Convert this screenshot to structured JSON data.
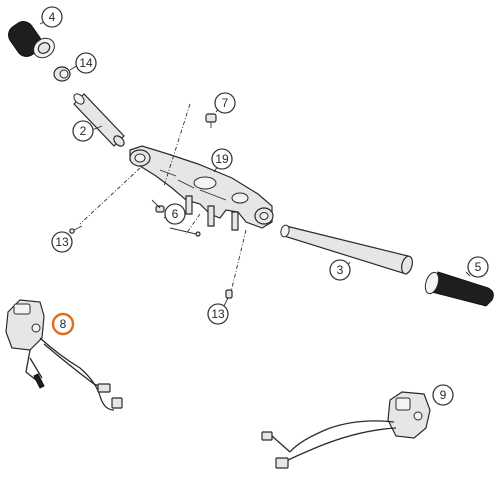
{
  "callouts": [
    {
      "id": "c4",
      "label": "4"
    },
    {
      "id": "c14",
      "label": "14"
    },
    {
      "id": "c2",
      "label": "2"
    },
    {
      "id": "c7",
      "label": "7"
    },
    {
      "id": "c19",
      "label": "19"
    },
    {
      "id": "c6",
      "label": "6"
    },
    {
      "id": "c13a",
      "label": "13"
    },
    {
      "id": "c3",
      "label": "3"
    },
    {
      "id": "c5",
      "label": "5"
    },
    {
      "id": "c13b",
      "label": "13"
    },
    {
      "id": "c8",
      "label": "8"
    },
    {
      "id": "c9",
      "label": "9"
    }
  ],
  "colors": {
    "highlight": "#e06a1b",
    "line": "#2b2b2b",
    "fill": "#e6e6e6",
    "grip": "#1e1e1e"
  }
}
